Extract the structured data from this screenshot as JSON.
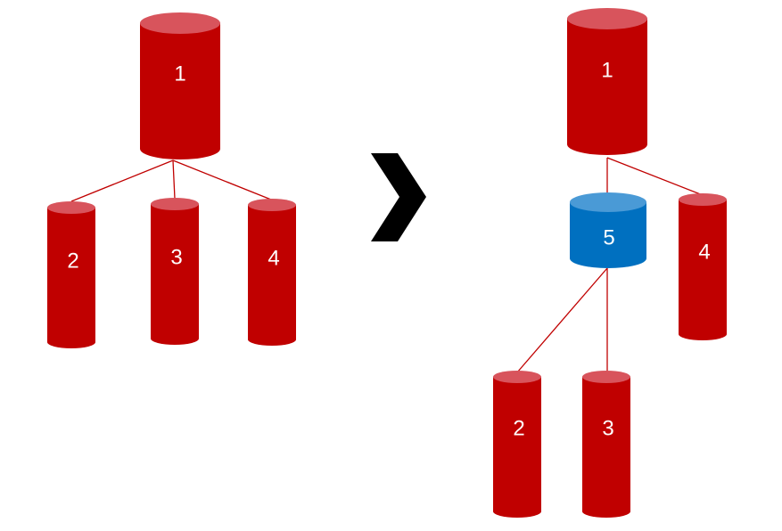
{
  "colors": {
    "cylinder_red_body": "#c00000",
    "cylinder_red_top": "#d8545c",
    "cylinder_blue_body": "#0070c0",
    "cylinder_blue_top": "#4a9ad6",
    "connector": "#c00000",
    "arrow": "#000000",
    "label": "#ffffff"
  },
  "before": {
    "nodes": [
      {
        "id": "1",
        "label": "1"
      },
      {
        "id": "2",
        "label": "2"
      },
      {
        "id": "3",
        "label": "3"
      },
      {
        "id": "4",
        "label": "4"
      }
    ],
    "edges": [
      {
        "from": "1",
        "to": "2"
      },
      {
        "from": "1",
        "to": "3"
      },
      {
        "from": "1",
        "to": "4"
      }
    ]
  },
  "arrow_icon": "chevron-right-icon",
  "after": {
    "nodes": [
      {
        "id": "1",
        "label": "1"
      },
      {
        "id": "5",
        "label": "5"
      },
      {
        "id": "4",
        "label": "4"
      },
      {
        "id": "2",
        "label": "2"
      },
      {
        "id": "3",
        "label": "3"
      }
    ],
    "edges": [
      {
        "from": "1",
        "to": "5"
      },
      {
        "from": "1",
        "to": "4"
      },
      {
        "from": "5",
        "to": "2"
      },
      {
        "from": "5",
        "to": "3"
      }
    ]
  }
}
